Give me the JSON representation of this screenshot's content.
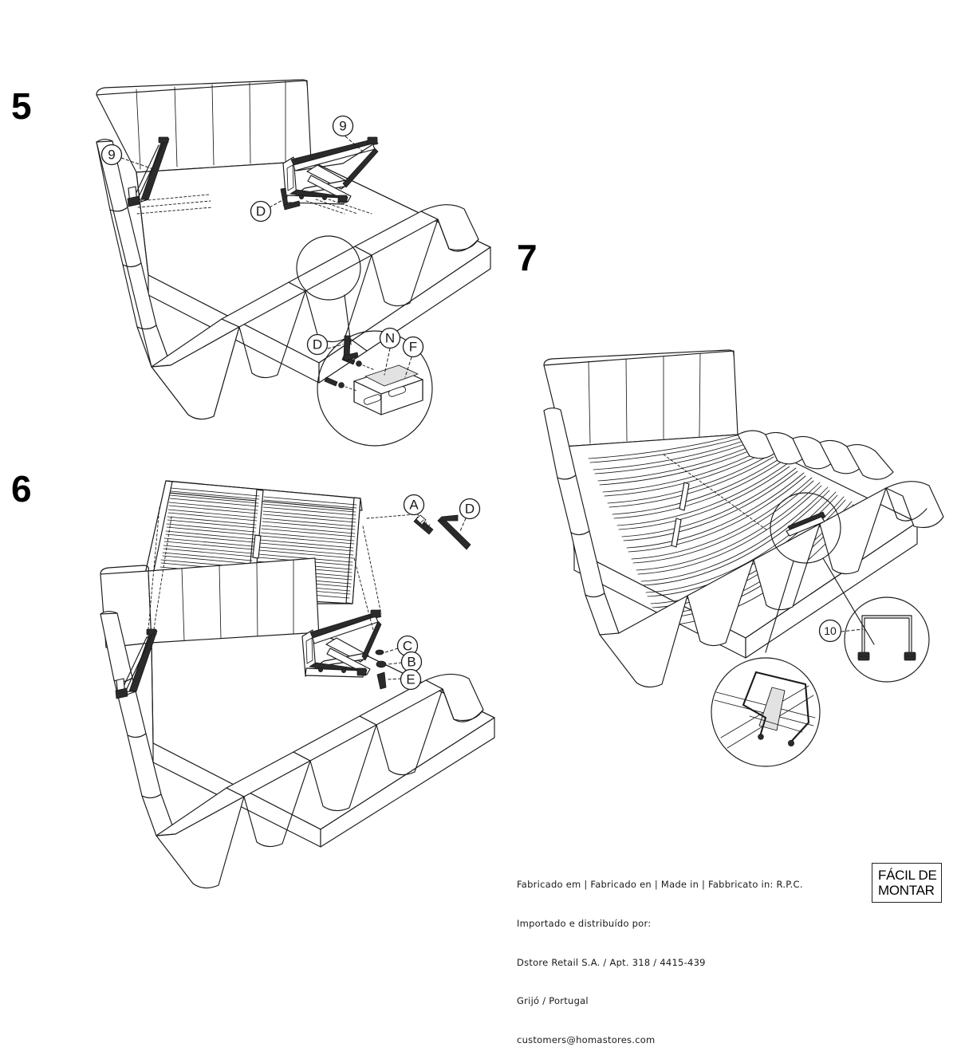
{
  "document": {
    "type": "furniture-assembly-instructions",
    "product": "upholstered storage bed with gas-lift slat frame"
  },
  "steps": [
    {
      "id": "step-5",
      "number": "5",
      "callouts": [
        {
          "label": "9",
          "shape": "circle",
          "meaning": "gas-lift-strut"
        },
        {
          "label": "9",
          "shape": "circle",
          "meaning": "gas-lift-strut"
        },
        {
          "label": "D",
          "shape": "circle",
          "meaning": "allen-key"
        }
      ],
      "detail_circle": {
        "callouts": [
          {
            "label": "D",
            "meaning": "allen-key"
          },
          {
            "label": "N",
            "meaning": "mounting-plate"
          },
          {
            "label": "F",
            "meaning": "bracket"
          }
        ]
      }
    },
    {
      "id": "step-6",
      "number": "6",
      "callouts": [
        {
          "label": "A",
          "shape": "circle",
          "meaning": "screw"
        },
        {
          "label": "D",
          "shape": "circle",
          "meaning": "allen-key"
        },
        {
          "label": "C",
          "shape": "circle",
          "meaning": "washer"
        },
        {
          "label": "B",
          "shape": "circle",
          "meaning": "nut"
        },
        {
          "label": "E",
          "shape": "circle",
          "meaning": "bolt"
        }
      ]
    },
    {
      "id": "step-7",
      "number": "7",
      "callouts": [
        {
          "label": "10",
          "shape": "circle",
          "meaning": "u-shaped-handle"
        }
      ]
    }
  ],
  "footer": {
    "lines": [
      "Fabricado em | Fabricado en | Made in | Fabbricato in: R.P.C.",
      "Importado e distribuído por:",
      "Dstore Retail S.A. / Apt. 318 / 4415-439",
      "Grijó / Portugal",
      "customers@homastores.com"
    ]
  },
  "badge": {
    "line1": "FÁCIL DE",
    "line2": "MONTAR"
  },
  "colors": {
    "line": "#1a1a1a",
    "fill_light": "#ffffff",
    "fill_gray": "#e2e2e2",
    "text": "#1a1a1a"
  }
}
